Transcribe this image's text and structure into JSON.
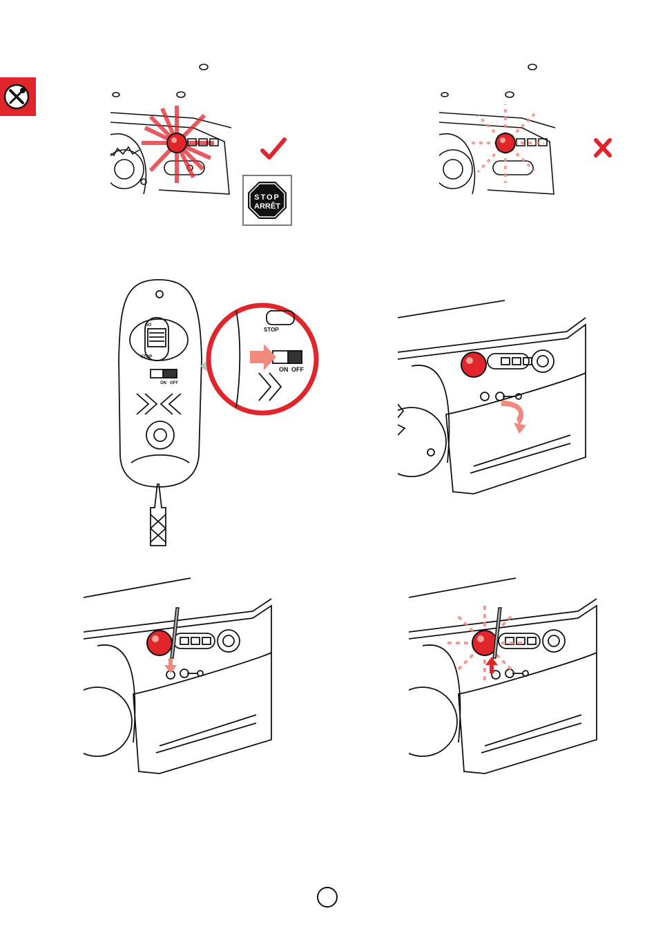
{
  "stop_sign": {
    "line1": "STOP",
    "line2": "ARRÊT"
  },
  "switch_labels": {
    "go": "GO",
    "stop": "STOP",
    "on": "ON",
    "off": "OFF"
  },
  "colors": {
    "accent_red": "#e0262b",
    "light_red": "#f08a7e",
    "line": "#111111"
  },
  "icons": [
    "wrench-screwdriver-icon",
    "check-icon",
    "cross-icon",
    "stop-sign-icon",
    "arrow-icon"
  ]
}
